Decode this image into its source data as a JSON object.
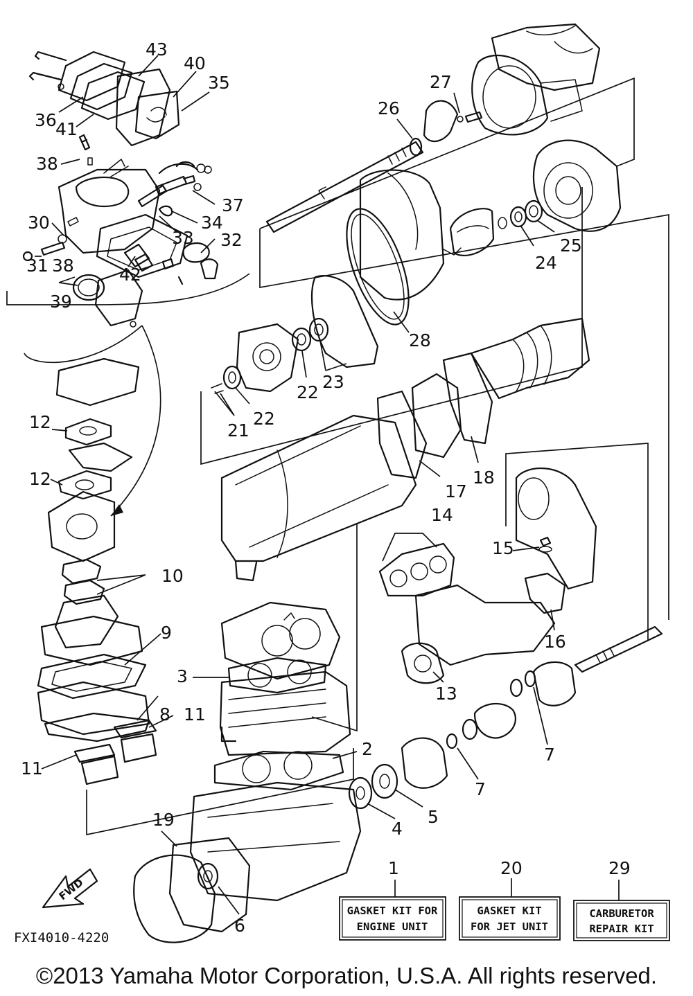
{
  "diagram": {
    "drawing_code": "FXI4010-4220",
    "fwd_label": "FWD",
    "callouts": [
      "1",
      "2",
      "3",
      "4",
      "5",
      "6",
      "7",
      "7",
      "8",
      "9",
      "10",
      "11",
      "11",
      "12",
      "12",
      "13",
      "14",
      "15",
      "16",
      "17",
      "18",
      "19",
      "20",
      "21",
      "22",
      "22",
      "23",
      "24",
      "25",
      "26",
      "27",
      "28",
      "29",
      "30",
      "31",
      "32",
      "33",
      "34",
      "35",
      "36",
      "37",
      "38",
      "38",
      "39",
      "40",
      "41",
      "42",
      "43"
    ],
    "kits": [
      {
        "number": "1",
        "line1": "GASKET KIT FOR",
        "line2": "ENGINE UNIT"
      },
      {
        "number": "20",
        "line1": "GASKET KIT",
        "line2": "FOR JET UNIT"
      },
      {
        "number": "29",
        "line1": "CARBURETOR",
        "line2": "REPAIR KIT"
      }
    ]
  },
  "copyright": "©2013 Yamaha Motor Corporation, U.S.A. All rights reserved."
}
